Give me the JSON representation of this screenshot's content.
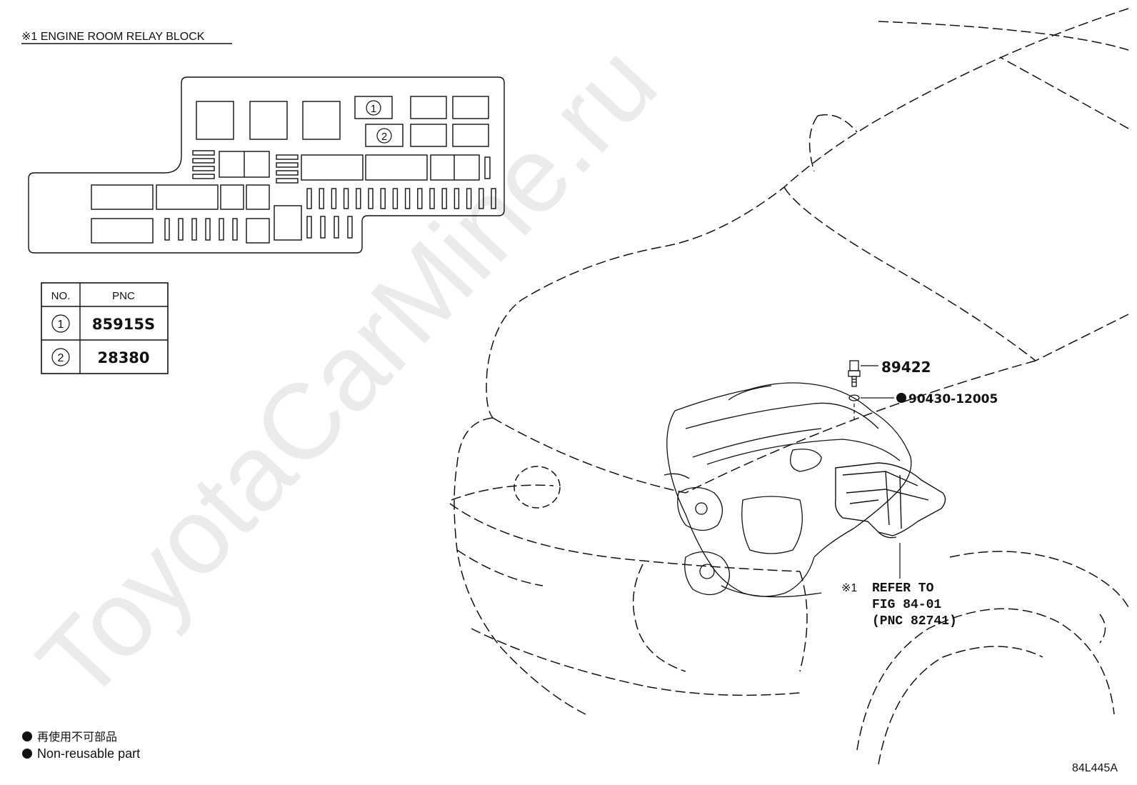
{
  "relay_block": {
    "title": "※1 ENGINE ROOM RELAY BLOCK",
    "slot_1_number": "1",
    "slot_2_number": "2"
  },
  "pnc_table": {
    "headers": [
      "NO.",
      "PNC"
    ],
    "rows": [
      {
        "no": "1",
        "pnc": "85915S"
      },
      {
        "no": "2",
        "pnc": "28380"
      }
    ]
  },
  "callouts": {
    "part_1": "89422",
    "part_2": "90430-12005",
    "refer_marker": "※1",
    "refer_line1": "REFER TO",
    "refer_line2": "FIG 84-01",
    "refer_line3": "(PNC 82741)"
  },
  "legend": {
    "line_jp": "再使用不可部品",
    "line_en": "Non-reusable part"
  },
  "watermark": "ToyotaCarMine.ru",
  "figure_id": "84L445A"
}
